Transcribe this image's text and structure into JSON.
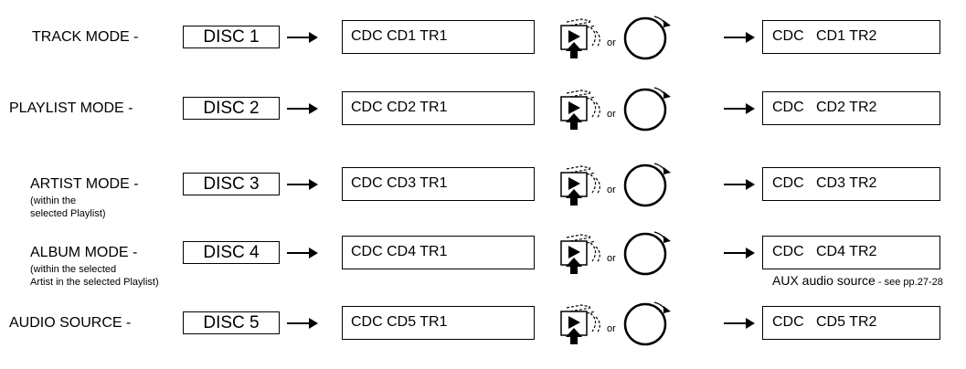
{
  "note": {
    "main": "AUX audio source",
    "small": " - see pp.27-28"
  },
  "conjunction": "or",
  "rows": [
    {
      "mode": "TRACK MODE -",
      "sub": [],
      "disc": "DISC 1",
      "display_before": "CDC CD1 TR1",
      "display_after": "CDC   CD1 TR2"
    },
    {
      "mode": "PLAYLIST MODE -",
      "sub": [],
      "disc": "DISC 2",
      "display_before": "CDC CD2 TR1",
      "display_after": "CDC   CD2 TR2"
    },
    {
      "mode": "ARTIST MODE -",
      "sub": [
        "(within the",
        "selected Playlist)"
      ],
      "disc": "DISC 3",
      "display_before": "CDC CD3 TR1",
      "display_after": "CDC   CD3 TR2"
    },
    {
      "mode": "ALBUM MODE -",
      "sub": [
        "(within the selected",
        "Artist in the selected Playlist)"
      ],
      "disc": "DISC 4",
      "display_before": "CDC CD4 TR1",
      "display_after": "CDC   CD4 TR2"
    },
    {
      "mode": "AUDIO SOURCE -",
      "sub": [],
      "disc": "DISC 5",
      "display_before": "CDC CD5 TR1",
      "display_after": "CDC   CD5 TR2"
    }
  ],
  "icons": {
    "arrow": "right-arrow-icon",
    "button": "play-button-press-icon",
    "knob": "rotary-knob-icon"
  }
}
